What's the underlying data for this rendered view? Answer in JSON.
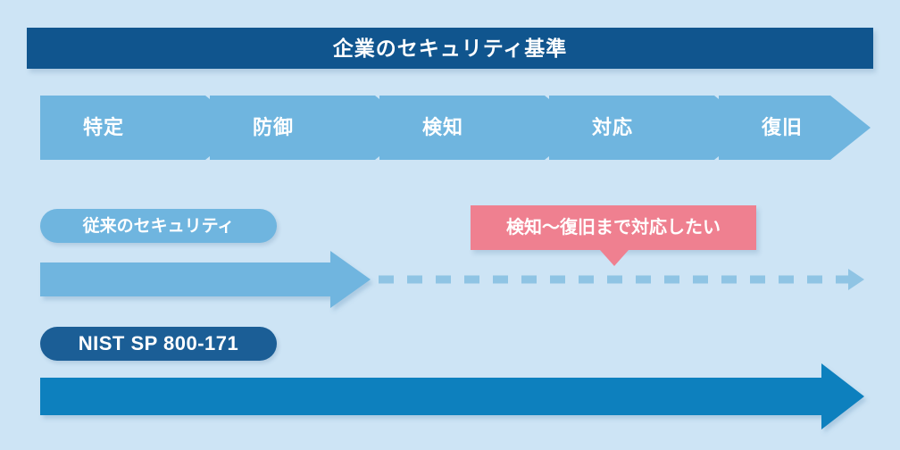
{
  "diagram": {
    "type": "process-flow",
    "background_color": "#cde4f5",
    "title": "企業のセキュリティ基準",
    "title_bar_color": "#10558e",
    "phases": [
      {
        "label": "特定"
      },
      {
        "label": "防御"
      },
      {
        "label": "検知"
      },
      {
        "label": "対応"
      },
      {
        "label": "復旧"
      }
    ],
    "phase_color": "#6fb5df",
    "tracks": [
      {
        "name": "legacy",
        "label": "従来のセキュリティ",
        "label_color": "#6fb5df",
        "arrow_color": "#6fb5df",
        "coverage": "特定〜防御",
        "continuation": "dashed"
      },
      {
        "name": "nist",
        "label": "NIST SP 800-171",
        "label_color": "#1b5e96",
        "arrow_color": "#0a80be",
        "coverage": "特定〜復旧",
        "continuation": "none"
      }
    ],
    "callout": {
      "text": "検知〜復旧まで対応したい",
      "color": "#ef8090",
      "points_to": "検知"
    }
  }
}
